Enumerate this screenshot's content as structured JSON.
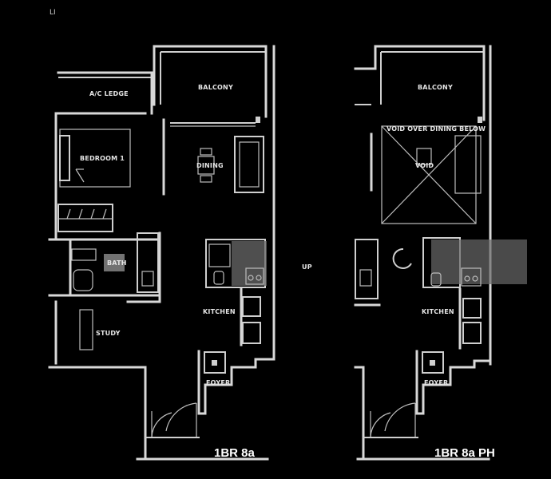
{
  "corner_mark": "LI",
  "left_plan": {
    "title": "1BR 8a",
    "rooms": {
      "aircon": "A/C LEDGE",
      "balcony": "BALCONY",
      "bedroom": "BEDROOM 1",
      "dining": "DINING",
      "wc": "BATH",
      "kitchen": "KITCHEN",
      "study": "STUDY",
      "foyer": "FOYER"
    }
  },
  "right_plan": {
    "title": "1BR 8a PH",
    "rooms": {
      "balcony": "BALCONY",
      "void_note": "VOID OVER DINING BELOW",
      "dining": "VOID",
      "kitchen": "KITCHEN",
      "foyer": "FOYER"
    }
  },
  "middle_label": "UP"
}
